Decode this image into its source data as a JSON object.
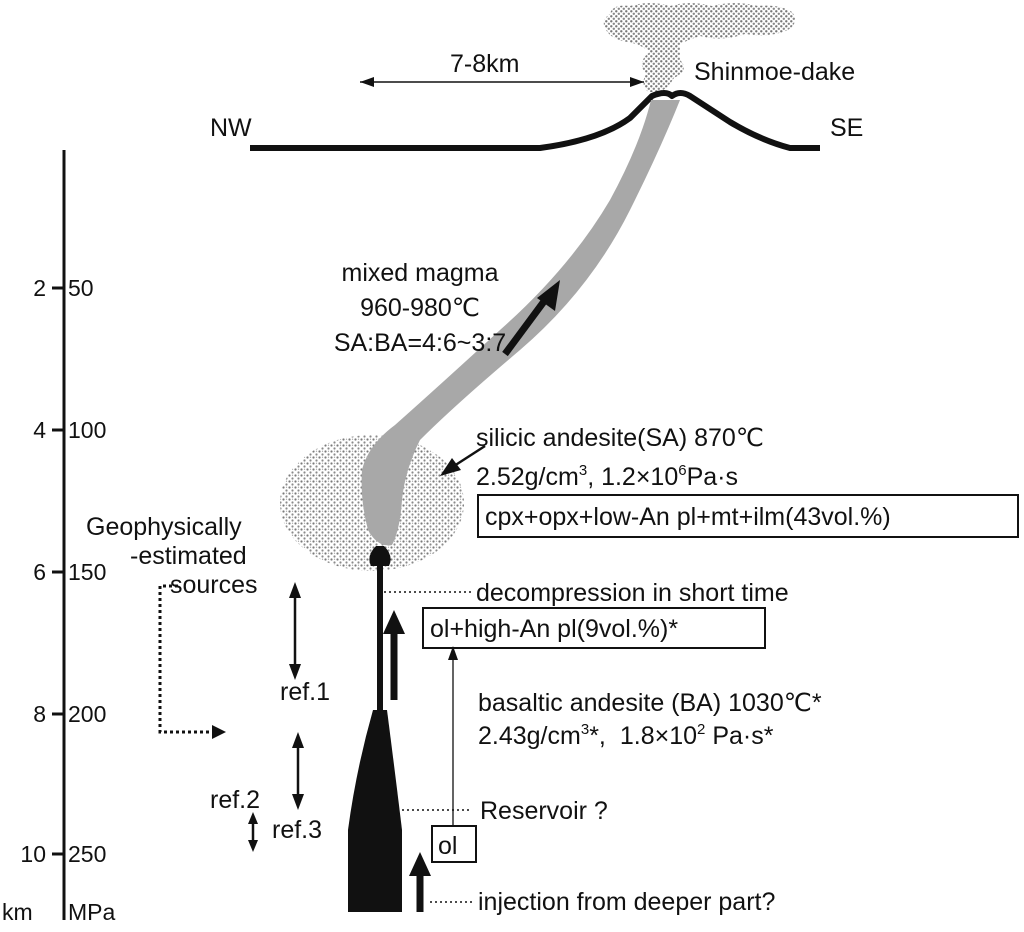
{
  "labels": {
    "distance": "7-8km",
    "volcano": "Shinmoe-dake",
    "nw": "NW",
    "se": "SE",
    "mixed_magma": [
      "mixed magma",
      "960-980℃",
      "SA:BA=4:6~3:7"
    ],
    "silicic_title": "silicic andesite(SA) 870℃",
    "silicic_density": "2.52g/cm",
    "silicic_density_exp": "3",
    "silicic_viscosity": ", 1.2×10",
    "silicic_viscosity_exp": "6",
    "silicic_viscosity_unit": "Pa·s",
    "silicic_minerals": "cpx+opx+low-An pl+mt+ilm(43vol.%)",
    "geophysical": [
      "Geophysically",
      "-estimated",
      "sources"
    ],
    "decompression": "decompression in short time",
    "phenocrysts": "ol+high-An pl(9vol.%)*",
    "basaltic_title": "basaltic andesite (BA) 1030℃*",
    "basaltic_density": "2.43g/cm",
    "basaltic_density_exp": "3",
    "basaltic_density_sfx": "*,",
    "basaltic_viscosity": "1.8×10",
    "basaltic_viscosity_exp": "2",
    "basaltic_viscosity_unit": " Pa·s*",
    "ref1": "ref.1",
    "ref2": "ref.2",
    "ref3": "ref.3",
    "reservoir": "Reservoir ?",
    "ol": "ol",
    "injection": "injection from deeper part?"
  },
  "axis": {
    "unit_depth": "km",
    "unit_pressure": "MPa",
    "ticks": [
      {
        "km": "2",
        "mpa": "50"
      },
      {
        "km": "4",
        "mpa": "100"
      },
      {
        "km": "6",
        "mpa": "150"
      },
      {
        "km": "8",
        "mpa": "200"
      },
      {
        "km": "10",
        "mpa": "250"
      }
    ]
  },
  "colors": {
    "ink": "#111111",
    "conduit_gray": "#a8a8a8",
    "chamber_stipple": "#7a7a7a"
  }
}
